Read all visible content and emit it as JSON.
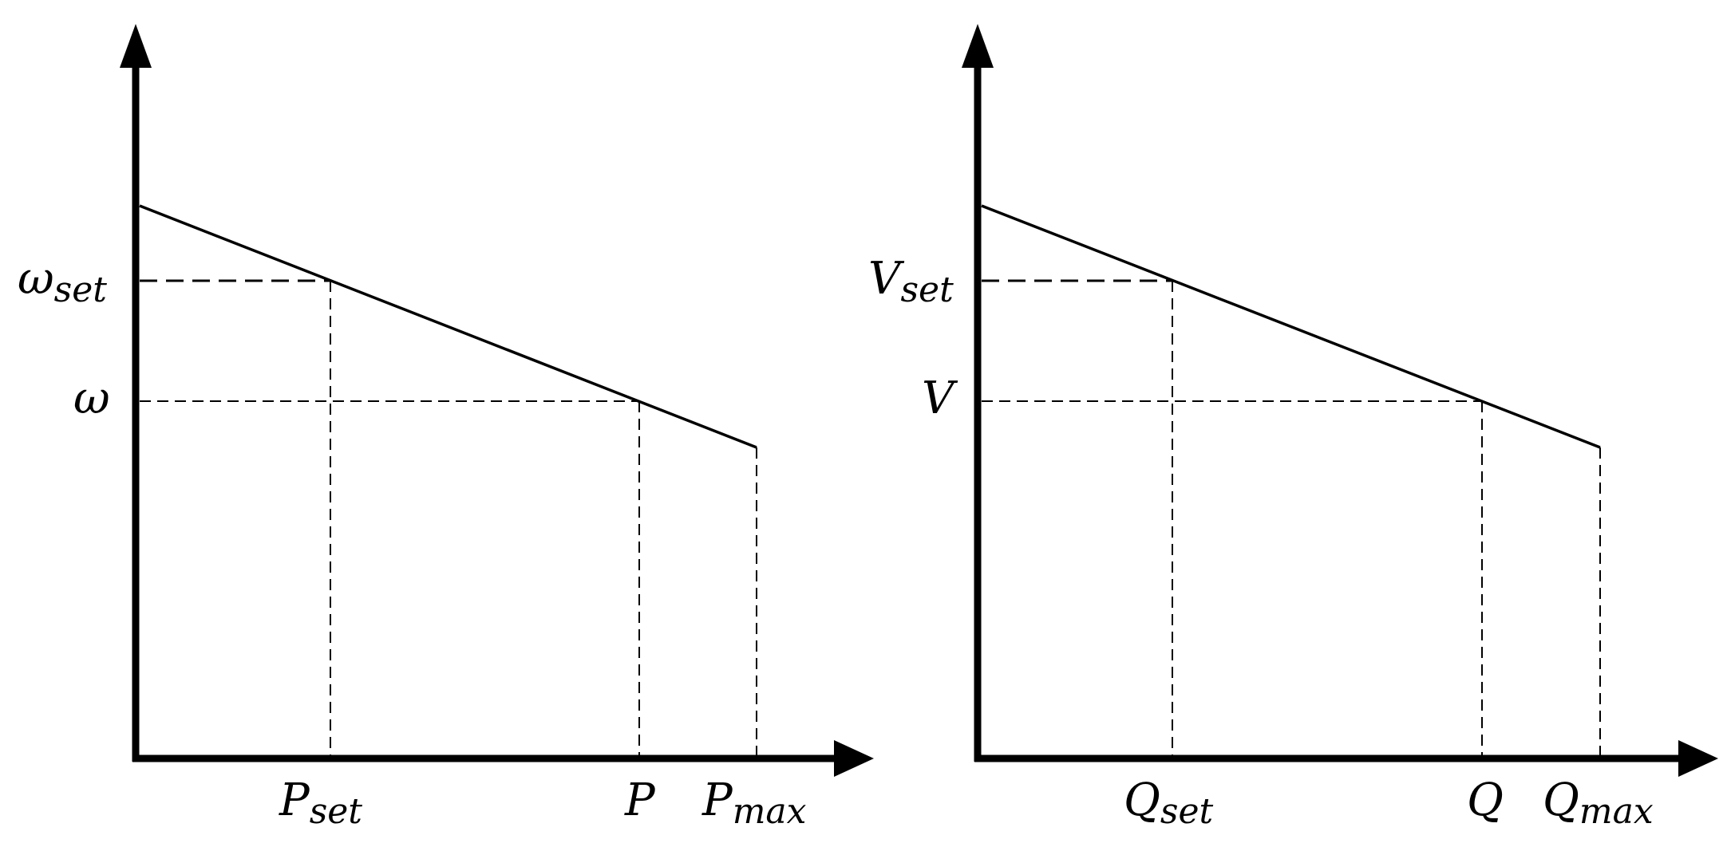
{
  "diagram": {
    "line_color": "#000000",
    "background": "#ffffff",
    "panels": [
      {
        "id": "frequency-droop",
        "y_labels": {
          "set": {
            "main": "ω",
            "sub": "set"
          },
          "op": {
            "main": "ω",
            "sub": ""
          }
        },
        "x_labels": {
          "set": {
            "main": "P",
            "sub": "set"
          },
          "op": {
            "main": "P",
            "sub": ""
          },
          "max": {
            "main": "P",
            "sub": "max"
          }
        }
      },
      {
        "id": "voltage-droop",
        "y_labels": {
          "set": {
            "main": "V",
            "sub": "set"
          },
          "op": {
            "main": "V",
            "sub": ""
          }
        },
        "x_labels": {
          "set": {
            "main": "Q",
            "sub": "set"
          },
          "op": {
            "main": "Q",
            "sub": ""
          },
          "max": {
            "main": "Q",
            "sub": "max"
          }
        }
      }
    ]
  }
}
